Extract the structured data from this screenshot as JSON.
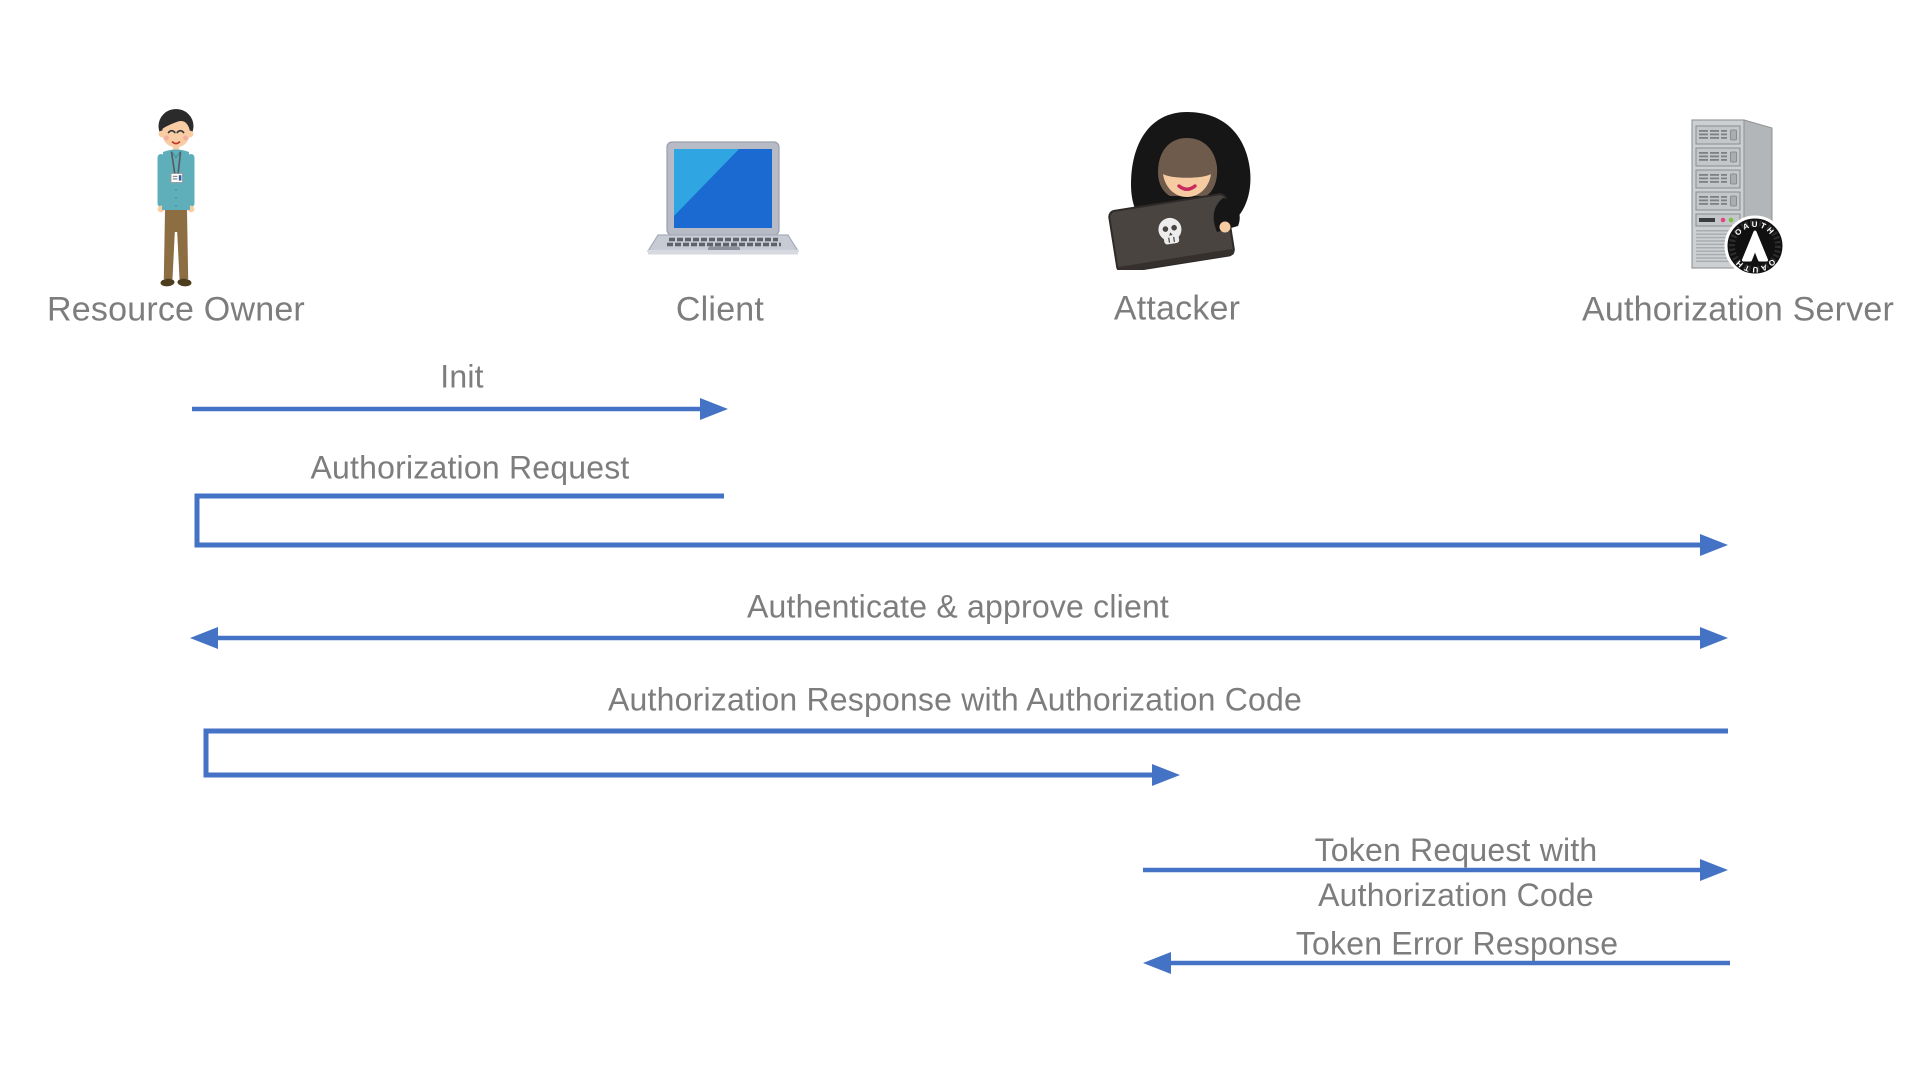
{
  "colors": {
    "arrow_blue": "#4472C4",
    "label_gray": "#7D7D7D",
    "background": "#FFFFFF"
  },
  "actors": [
    {
      "id": "resource-owner",
      "label": "Resource Owner",
      "icon": "person-icon"
    },
    {
      "id": "client",
      "label": "Client",
      "icon": "laptop-icon"
    },
    {
      "id": "attacker",
      "label": "Attacker",
      "icon": "hacker-icon"
    },
    {
      "id": "authorization-server",
      "label": "Authorization Server",
      "icon": "server-icon",
      "badge": {
        "letter": "A",
        "text_top": "OAUTH",
        "text_bottom": "OAUTH"
      }
    }
  ],
  "messages": [
    {
      "label": "Init",
      "from": "resource-owner",
      "to": "client",
      "style": "solid-right"
    },
    {
      "label": "Authorization Request",
      "from": "client",
      "to": "authorization-server",
      "style": "elbow-via-resource-owner"
    },
    {
      "label": "Authenticate & approve client",
      "from": "resource-owner",
      "to": "authorization-server",
      "style": "double-headed"
    },
    {
      "label": "Authorization Response with Authorization Code",
      "from": "authorization-server",
      "to": "attacker",
      "style": "elbow-via-resource-owner"
    },
    {
      "label": "Token Request with\nAuthorization Code",
      "from": "attacker",
      "to": "authorization-server",
      "style": "solid-right"
    },
    {
      "label": "Token Error Response",
      "from": "authorization-server",
      "to": "attacker",
      "style": "solid-left"
    }
  ]
}
